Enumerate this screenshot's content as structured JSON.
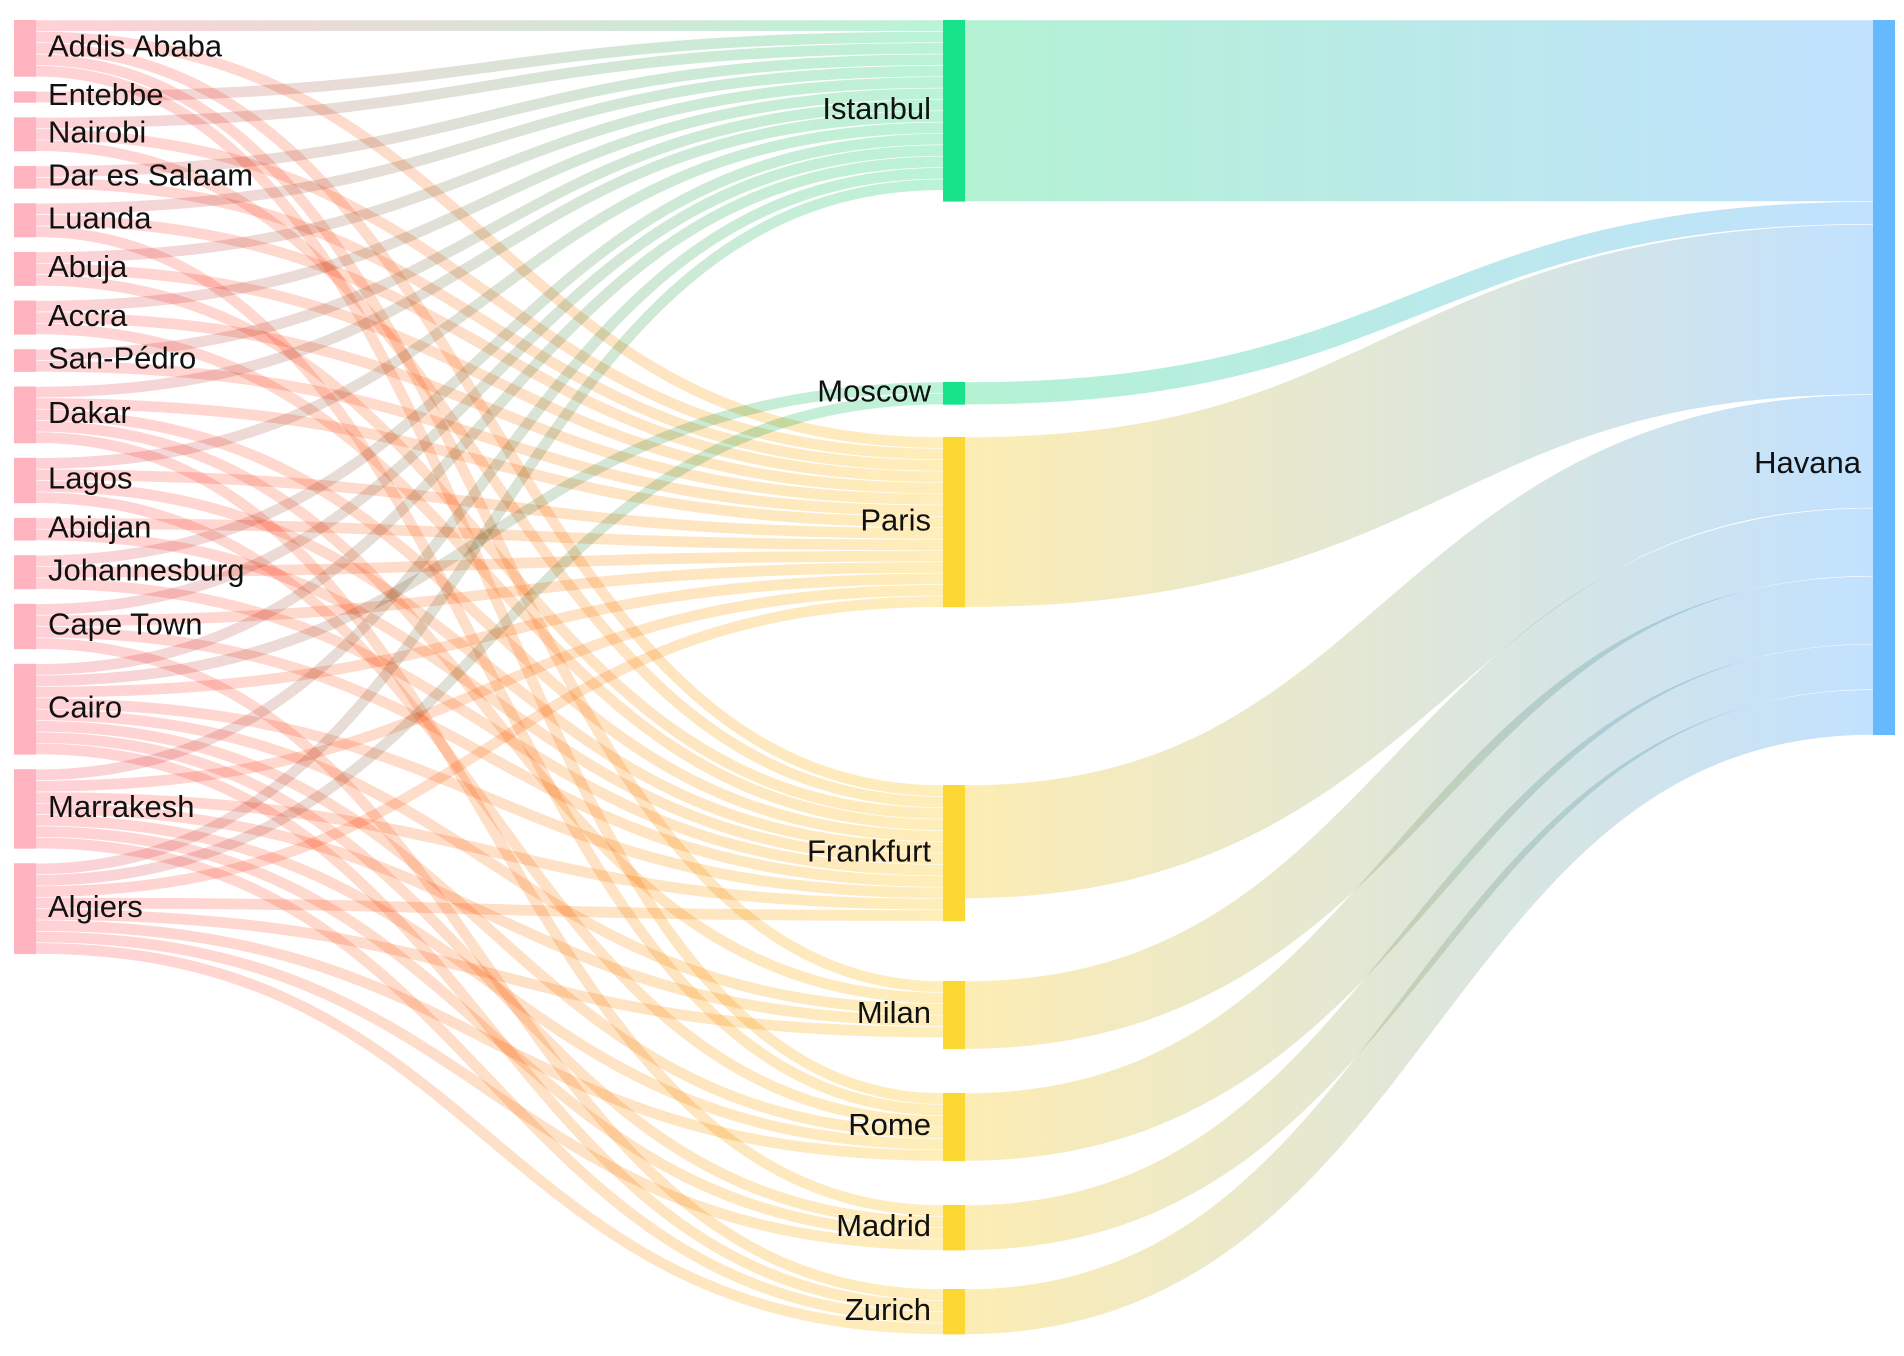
{
  "colors": {
    "origin": "#ffb3be",
    "hub_green": "#18e38a",
    "hub_yellow": "#fdd835",
    "destination": "#66b8ff",
    "link_origin_start": "#ffc4cb",
    "link_green": "#a6f0cb",
    "link_yellow": "#fde9a6",
    "link_destination": "#b6dcff"
  },
  "diagram": {
    "type": "sankey",
    "origins": [
      "Addis Ababa",
      "Entebbe",
      "Nairobi",
      "Dar es Salaam",
      "Luanda",
      "Abuja",
      "Accra",
      "San-Pédro",
      "Dakar",
      "Lagos",
      "Abidjan",
      "Johannesburg",
      "Cape Town",
      "Cairo",
      "Marrakesh",
      "Algiers"
    ],
    "hubs": [
      {
        "name": "Istanbul",
        "color": "green"
      },
      {
        "name": "Moscow",
        "color": "green"
      },
      {
        "name": "Paris",
        "color": "yellow"
      },
      {
        "name": "Frankfurt",
        "color": "yellow"
      },
      {
        "name": "Milan",
        "color": "yellow"
      },
      {
        "name": "Rome",
        "color": "yellow"
      },
      {
        "name": "Madrid",
        "color": "yellow"
      },
      {
        "name": "Zurich",
        "color": "yellow"
      }
    ],
    "destinations": [
      "Havana"
    ],
    "links": [
      {
        "source": "Addis Ababa",
        "target": "Istanbul",
        "value": 1
      },
      {
        "source": "Addis Ababa",
        "target": "Paris",
        "value": 1
      },
      {
        "source": "Addis Ababa",
        "target": "Frankfurt",
        "value": 1
      },
      {
        "source": "Addis Ababa",
        "target": "Milan",
        "value": 1
      },
      {
        "source": "Addis Ababa",
        "target": "Rome",
        "value": 1
      },
      {
        "source": "Entebbe",
        "target": "Istanbul",
        "value": 1
      },
      {
        "source": "Nairobi",
        "target": "Istanbul",
        "value": 1
      },
      {
        "source": "Nairobi",
        "target": "Paris",
        "value": 1
      },
      {
        "source": "Nairobi",
        "target": "Frankfurt",
        "value": 1
      },
      {
        "source": "Dar es Salaam",
        "target": "Istanbul",
        "value": 1
      },
      {
        "source": "Dar es Salaam",
        "target": "Paris",
        "value": 1
      },
      {
        "source": "Luanda",
        "target": "Istanbul",
        "value": 1
      },
      {
        "source": "Luanda",
        "target": "Paris",
        "value": 1
      },
      {
        "source": "Luanda",
        "target": "Rome",
        "value": 1
      },
      {
        "source": "Abuja",
        "target": "Istanbul",
        "value": 1
      },
      {
        "source": "Abuja",
        "target": "Paris",
        "value": 1
      },
      {
        "source": "Abuja",
        "target": "Frankfurt",
        "value": 1
      },
      {
        "source": "Accra",
        "target": "Istanbul",
        "value": 1
      },
      {
        "source": "Accra",
        "target": "Paris",
        "value": 1
      },
      {
        "source": "Accra",
        "target": "Frankfurt",
        "value": 1
      },
      {
        "source": "San-Pédro",
        "target": "Istanbul",
        "value": 1
      },
      {
        "source": "San-Pédro",
        "target": "Paris",
        "value": 1
      },
      {
        "source": "Dakar",
        "target": "Istanbul",
        "value": 1
      },
      {
        "source": "Dakar",
        "target": "Paris",
        "value": 1
      },
      {
        "source": "Dakar",
        "target": "Frankfurt",
        "value": 1
      },
      {
        "source": "Dakar",
        "target": "Milan",
        "value": 1
      },
      {
        "source": "Dakar",
        "target": "Madrid",
        "value": 1
      },
      {
        "source": "Lagos",
        "target": "Istanbul",
        "value": 1
      },
      {
        "source": "Lagos",
        "target": "Paris",
        "value": 1
      },
      {
        "source": "Lagos",
        "target": "Frankfurt",
        "value": 1
      },
      {
        "source": "Lagos",
        "target": "Rome",
        "value": 1
      },
      {
        "source": "Abidjan",
        "target": "Paris",
        "value": 1
      },
      {
        "source": "Abidjan",
        "target": "Frankfurt",
        "value": 1
      },
      {
        "source": "Johannesburg",
        "target": "Istanbul",
        "value": 1
      },
      {
        "source": "Johannesburg",
        "target": "Paris",
        "value": 1
      },
      {
        "source": "Johannesburg",
        "target": "Frankfurt",
        "value": 1
      },
      {
        "source": "Cape Town",
        "target": "Istanbul",
        "value": 1
      },
      {
        "source": "Cape Town",
        "target": "Paris",
        "value": 1
      },
      {
        "source": "Cape Town",
        "target": "Frankfurt",
        "value": 1
      },
      {
        "source": "Cape Town",
        "target": "Zurich",
        "value": 1
      },
      {
        "source": "Cairo",
        "target": "Istanbul",
        "value": 1
      },
      {
        "source": "Cairo",
        "target": "Moscow",
        "value": 1
      },
      {
        "source": "Cairo",
        "target": "Paris",
        "value": 1
      },
      {
        "source": "Cairo",
        "target": "Frankfurt",
        "value": 1
      },
      {
        "source": "Cairo",
        "target": "Milan",
        "value": 1
      },
      {
        "source": "Cairo",
        "target": "Rome",
        "value": 1
      },
      {
        "source": "Cairo",
        "target": "Madrid",
        "value": 1
      },
      {
        "source": "Cairo",
        "target": "Zurich",
        "value": 1
      },
      {
        "source": "Marrakesh",
        "target": "Istanbul",
        "value": 1
      },
      {
        "source": "Marrakesh",
        "target": "Paris",
        "value": 1
      },
      {
        "source": "Marrakesh",
        "target": "Frankfurt",
        "value": 1
      },
      {
        "source": "Marrakesh",
        "target": "Milan",
        "value": 1
      },
      {
        "source": "Marrakesh",
        "target": "Rome",
        "value": 1
      },
      {
        "source": "Marrakesh",
        "target": "Madrid",
        "value": 1
      },
      {
        "source": "Marrakesh",
        "target": "Zurich",
        "value": 1
      },
      {
        "source": "Algiers",
        "target": "Istanbul",
        "value": 1
      },
      {
        "source": "Algiers",
        "target": "Moscow",
        "value": 1
      },
      {
        "source": "Algiers",
        "target": "Paris",
        "value": 1
      },
      {
        "source": "Algiers",
        "target": "Frankfurt",
        "value": 1
      },
      {
        "source": "Algiers",
        "target": "Milan",
        "value": 1
      },
      {
        "source": "Algiers",
        "target": "Rome",
        "value": 1
      },
      {
        "source": "Algiers",
        "target": "Madrid",
        "value": 1
      },
      {
        "source": "Algiers",
        "target": "Zurich",
        "value": 1
      },
      {
        "source": "Istanbul",
        "target": "Havana",
        "value": 16
      },
      {
        "source": "Moscow",
        "target": "Havana",
        "value": 2
      },
      {
        "source": "Paris",
        "target": "Havana",
        "value": 15
      },
      {
        "source": "Frankfurt",
        "target": "Havana",
        "value": 10
      },
      {
        "source": "Milan",
        "target": "Havana",
        "value": 6
      },
      {
        "source": "Rome",
        "target": "Havana",
        "value": 6
      },
      {
        "source": "Madrid",
        "target": "Havana",
        "value": 4
      },
      {
        "source": "Zurich",
        "target": "Havana",
        "value": 4
      }
    ]
  }
}
